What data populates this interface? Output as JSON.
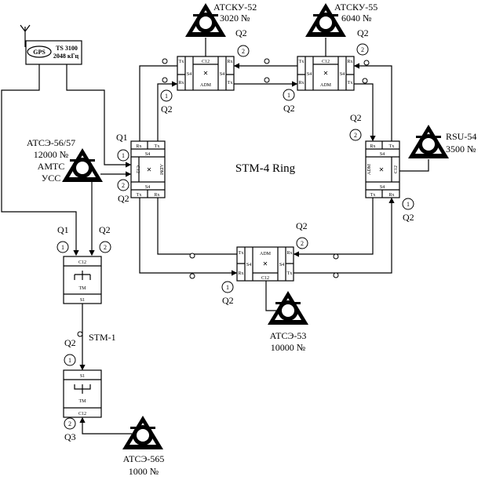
{
  "ring_title": "STM-4 Ring",
  "stm1_label": "STM-1",
  "gps": {
    "ellipse": "GPS",
    "model": "TS 3100",
    "freq": "2048 кГц"
  },
  "stations": {
    "atse56": {
      "l1": "АТСЭ-56/57",
      "l2": "12000 №",
      "l3": "АМТС",
      "l4": "УСС"
    },
    "atsku52": {
      "l1": "АТСКУ-52",
      "l2": "3020 №"
    },
    "atsku55": {
      "l1": "АТСКУ-55",
      "l2": "6040 №"
    },
    "rsu54": {
      "l1": "RSU-54",
      "l2": "3500 №"
    },
    "atse53": {
      "l1": "АТСЭ-53",
      "l2": "10000 №"
    },
    "atse565": {
      "l1": "АТСЭ-565",
      "l2": "1000 №"
    }
  },
  "port": {
    "rx": "Rx",
    "tx": "Tx",
    "s4": "S4",
    "s1": "S1",
    "c12": "C12",
    "adm": "ADM",
    "tm": "TM"
  },
  "q": {
    "q1": "Q1",
    "q2": "Q2",
    "q3": "Q3",
    "n1": "1",
    "n2": "2"
  }
}
